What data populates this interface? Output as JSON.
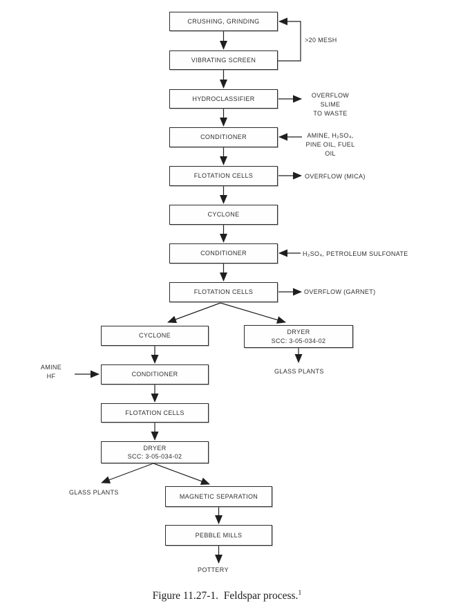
{
  "nodes": [
    {
      "label": "CRUSHING, GRINDING"
    },
    {
      "label": "VIBRATING SCREEN"
    },
    {
      "label": "HYDROCLASSIFIER"
    },
    {
      "label": "CONDITIONER"
    },
    {
      "label": "FLOTATION CELLS"
    },
    {
      "label": "CYCLONE"
    },
    {
      "label": "CONDITIONER"
    },
    {
      "label": "FLOTATION CELLS"
    },
    {
      "label": "CYCLONE"
    },
    {
      "label": "DRYER",
      "sublabel": "SCC: 3-05-034-02"
    },
    {
      "label": "CONDITIONER"
    },
    {
      "label": "FLOTATION CELLS"
    },
    {
      "label": "DRYER",
      "sublabel": "SCC: 3-05-034-02"
    },
    {
      "label": "MAGNETIC SEPARATION"
    },
    {
      "label": "PEBBLE MILLS"
    }
  ],
  "annotations": {
    "recycle": ">20 MESH",
    "overflow_slime_line1": "OVERFLOW SLIME",
    "overflow_slime_line2": "TO WASTE",
    "conditioner1_reagents_line1": "AMINE, H₂SO₄,",
    "conditioner1_reagents_line2": "PINE OIL, FUEL OIL",
    "overflow_mica": "OVERFLOW (MICA)",
    "conditioner2_reagents": "H₂SO₄, PETROLEUM SULFONATE",
    "overflow_garnet": "OVERFLOW (GARNET)",
    "glass_plants_right": "GLASS PLANTS",
    "amine_line1": "AMINE",
    "amine_line2": "HF",
    "glass_plants_left": "GLASS PLANTS",
    "pottery": "POTTERY"
  },
  "caption": {
    "text": "Figure 11.27-1.  Feldspar process.",
    "superscript": "1"
  },
  "colors": {
    "line": "#1f1f1f",
    "box_border": "#2b2b2b",
    "text": "#2e2e2e",
    "background": "#ffffff"
  }
}
